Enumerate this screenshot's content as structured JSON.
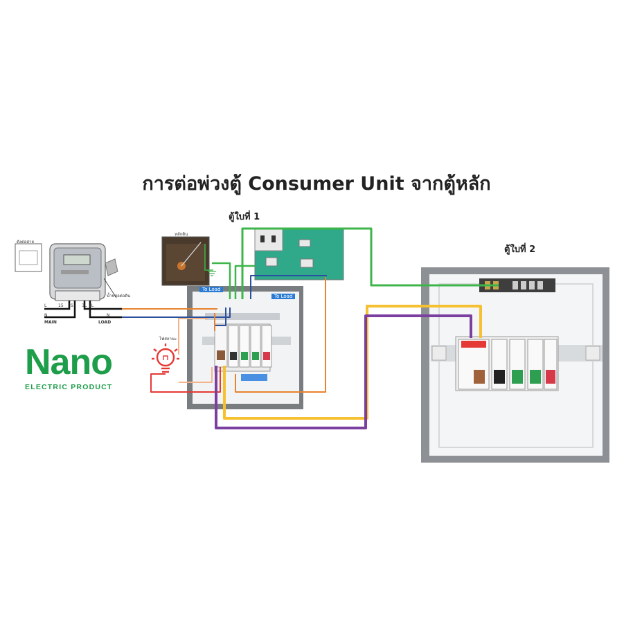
{
  "title": "การต่อพ่วงตู้ Consumer Unit จากตู้หลัก",
  "cabinet_1_label": "ตู้ใบที่ 1",
  "cabinet_2_label": "ตู้ใบที่ 2",
  "ground_rod_label": "หลักดิน",
  "light_label": "ไฟสถานะ",
  "meter": {
    "label_1": "ดังต่อสาย",
    "label_2": "น้ำหล่อต่อดิน",
    "terminal_labels": [
      "L",
      "15",
      "2S",
      "3L",
      "1L"
    ],
    "neutral_left": "N",
    "neutral_right": "N",
    "main_label": "MAIN",
    "load_label": "LOAD"
  },
  "to_load_labels": [
    "To Load",
    "To Load"
  ],
  "brand": {
    "name": "Nano",
    "tagline": "ELECTRIC PRODUCT"
  },
  "colors": {
    "green_wire": "#3db54a",
    "yellow_wire": "#f6c130",
    "purple_wire": "#7b3fa0",
    "orange_wire": "#e8832e",
    "blue_wire": "#2a4f9c",
    "red_wire": "#e53935",
    "brand_green": "#1e9e4a"
  }
}
